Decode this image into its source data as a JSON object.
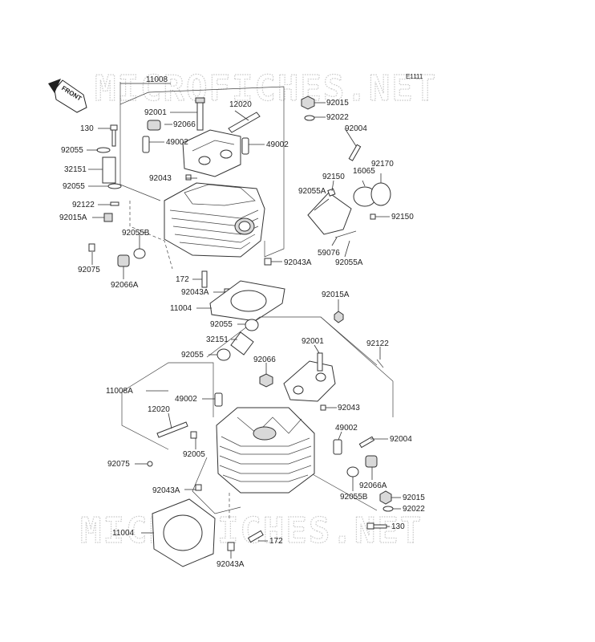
{
  "diagram": {
    "code": "E1111",
    "watermark": "MICROFICHES.NET",
    "front_label": "FRONT",
    "top_assembly": {
      "labels": {
        "l11008": "11008",
        "l92001": "92001",
        "l12020": "12020",
        "l92015": "92015",
        "l92022": "92022",
        "l130": "130",
        "l92066": "92066",
        "l49002a": "49002",
        "l49002b": "49002",
        "l92004": "92004",
        "l92055a": "92055",
        "l32151": "32151",
        "l92043": "92043",
        "l92150a": "92150",
        "l16065": "16065",
        "l92170": "92170",
        "l92055b": "92055",
        "l92055A": "92055A",
        "l92122": "92122",
        "l92150b": "92150",
        "l92015A": "92015A",
        "l92055B": "92055B",
        "l59076": "59076",
        "l92055A2": "92055A",
        "l92075": "92075",
        "l92066A": "92066A",
        "l92043A": "92043A",
        "l172": "172",
        "l92043A2": "92043A",
        "l11004": "11004"
      }
    },
    "bottom_assembly": {
      "labels": {
        "l92015A": "92015A",
        "l92055a": "92055",
        "l32151": "32151",
        "l92122": "92122",
        "l92055b": "92055",
        "l92001": "92001",
        "l92066": "92066",
        "l11008A": "11008A",
        "l49002a": "49002",
        "l92043": "92043",
        "l12020": "12020",
        "l49002b": "49002",
        "l92004": "92004",
        "l92005": "92005",
        "l92075": "92075",
        "l92066A": "92066A",
        "l92043A": "92043A",
        "l92055B": "92055B",
        "l92015": "92015",
        "l92022": "92022",
        "l130": "130",
        "l11004": "11004",
        "l172": "172",
        "l92043A2": "92043A"
      }
    }
  }
}
